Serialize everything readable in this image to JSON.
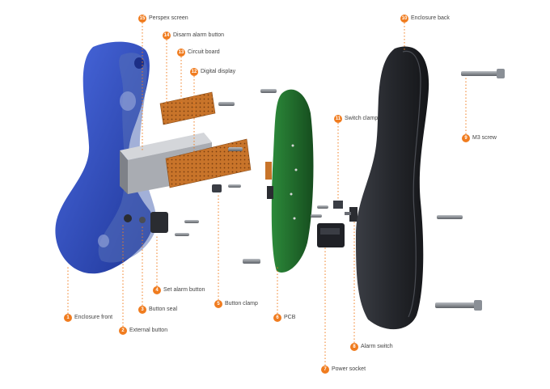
{
  "colors": {
    "accent": "#f07c1f",
    "enclosure_front": "#2f4fc4",
    "enclosure_back": "#1f2126",
    "pcb": "#1f6b2a",
    "board": "#c8742a",
    "screw": "#8a8f96"
  },
  "parts": [
    {
      "num": "1",
      "label": "Enclosure front"
    },
    {
      "num": "2",
      "label": "External button"
    },
    {
      "num": "3",
      "label": "Button seal"
    },
    {
      "num": "4",
      "label": "Set alarm button"
    },
    {
      "num": "5",
      "label": "Button clamp"
    },
    {
      "num": "6",
      "label": "PCB"
    },
    {
      "num": "7",
      "label": "Power socket"
    },
    {
      "num": "8",
      "label": "Alarm switch"
    },
    {
      "num": "9",
      "label": "M3 screw"
    },
    {
      "num": "10",
      "label": "Enclosure back"
    },
    {
      "num": "11",
      "label": "Switch clamp"
    },
    {
      "num": "12",
      "label": "Digital display"
    },
    {
      "num": "13",
      "label": "Circuit board"
    },
    {
      "num": "14",
      "label": "Disarm alarm button"
    },
    {
      "num": "15",
      "label": "Perspex screen"
    }
  ]
}
